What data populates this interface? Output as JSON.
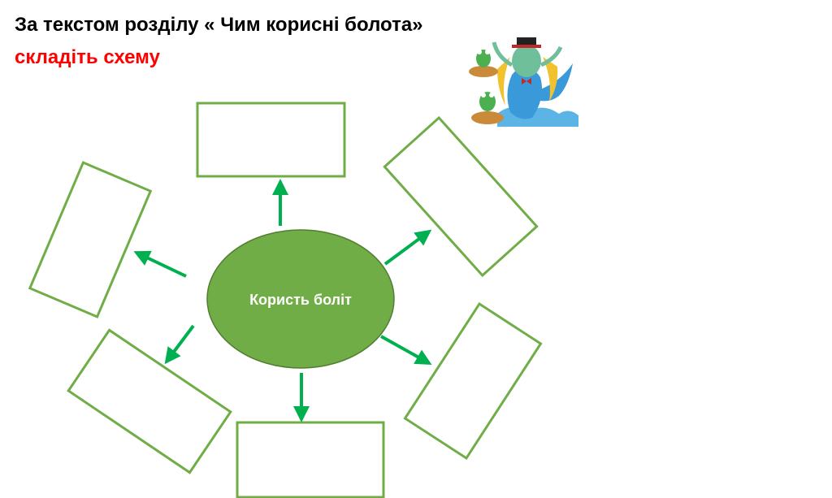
{
  "header": {
    "title": "За текстом розділу « Чим корисні болота»",
    "subtitle": "складіть схему"
  },
  "diagram": {
    "center_label": "Користь боліт",
    "box_count": 6
  },
  "colors": {
    "title": "#000000",
    "subtitle": "#ff0000",
    "ellipse_fill": "#70ad47",
    "ellipse_stroke": "#507e32",
    "box_stroke": "#70ad47",
    "arrow": "#00b050"
  },
  "illustration": {
    "icon": "swamp-mermaid-with-frogs-illustration"
  }
}
